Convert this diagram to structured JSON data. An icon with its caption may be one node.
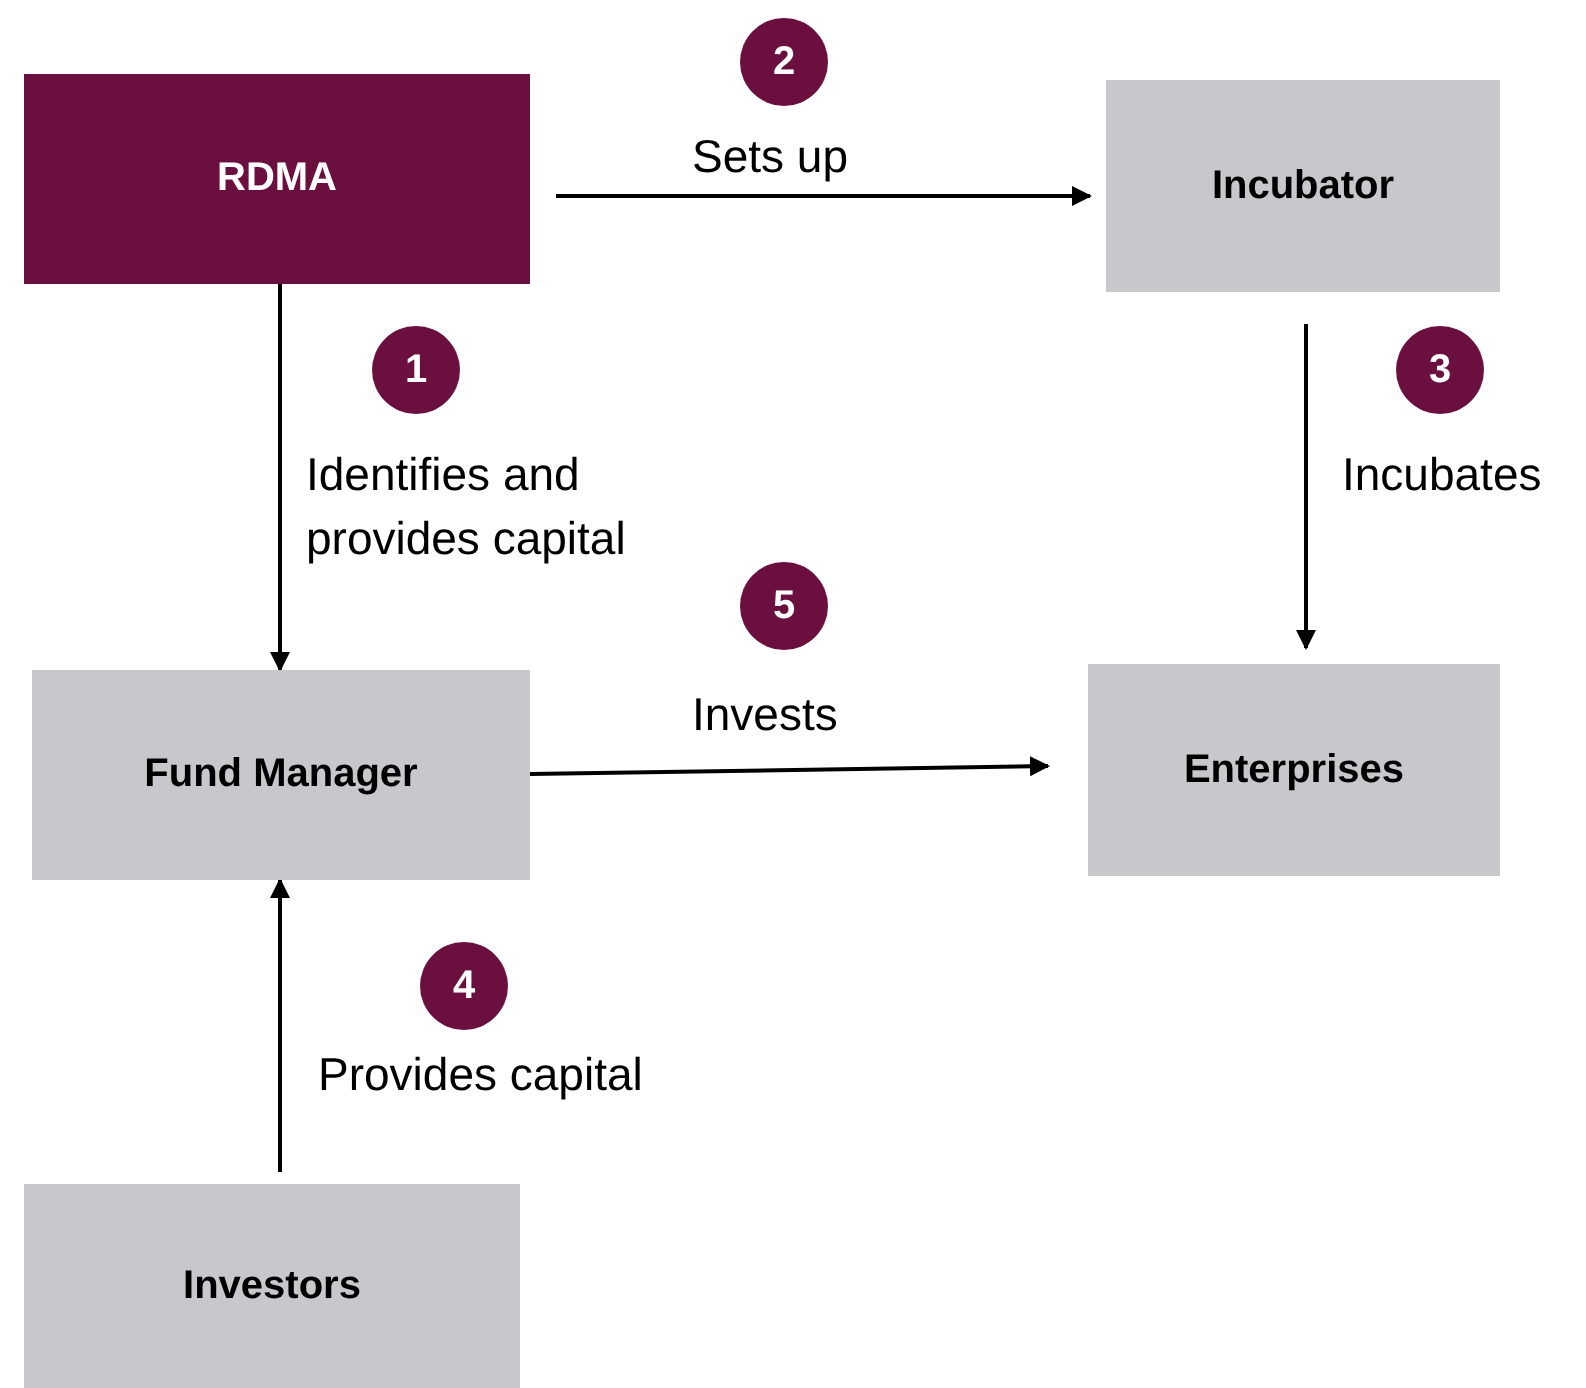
{
  "diagram": {
    "nodes": [
      {
        "text": [
          "RDMA"
        ]
      },
      {
        "text": [
          "Incubator"
        ]
      },
      {
        "text": [
          "Fund Manager"
        ]
      },
      {
        "text": [
          "Enterprises"
        ]
      },
      {
        "text": [
          "Investors"
        ]
      }
    ],
    "edges": [
      {
        "from": 0,
        "to": 1,
        "arrow": "to",
        "label": "Sets up"
      },
      {
        "from": 0,
        "to": 2,
        "arrow": "to",
        "label": "Identifies and provides capital"
      },
      {
        "from": 1,
        "to": 3,
        "arrow": "to",
        "label": "Incubates"
      },
      {
        "from": 2,
        "to": 3,
        "arrow": "to",
        "label": "Invests"
      },
      {
        "from": 4,
        "to": 2,
        "arrow": "to",
        "label": "Provides capital"
      }
    ],
    "labels": [
      "2",
      "1",
      "3",
      "5",
      "4"
    ]
  }
}
